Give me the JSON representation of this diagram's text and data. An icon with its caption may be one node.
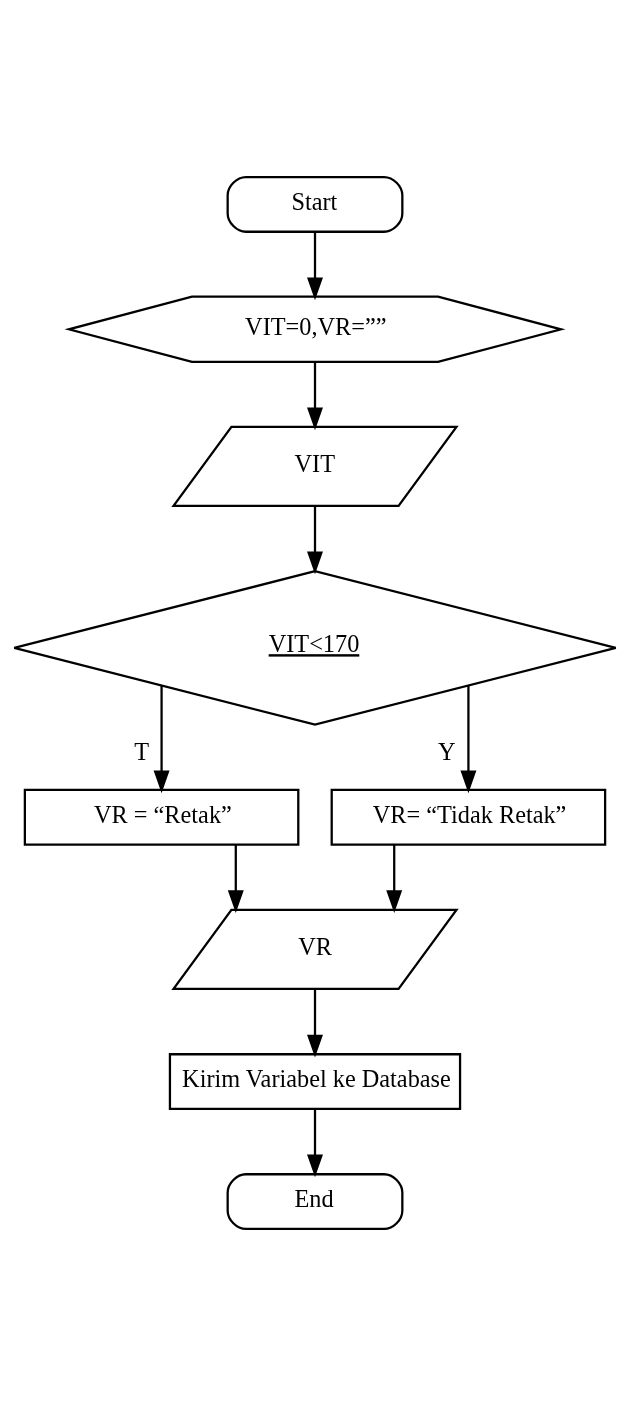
{
  "diagram": {
    "nodes": [
      {
        "text": [
          "Start"
        ]
      },
      {
        "text": [
          "VIT=0,VR=””"
        ]
      },
      {
        "text": [
          "VIT"
        ]
      },
      {
        "text": [
          "VIT<170"
        ]
      },
      {
        "text": [
          "VR = “Retak”"
        ]
      },
      {
        "text": [
          "VR= “Tidak Retak”"
        ]
      },
      {
        "text": [
          "VR"
        ]
      },
      {
        "text": [
          "Kirim Variabel ke Database"
        ]
      },
      {
        "text": [
          "End"
        ]
      }
    ],
    "edges": [
      {
        "from": 0,
        "to": 1,
        "arrow": "to"
      },
      {
        "from": 1,
        "to": 2,
        "arrow": "to"
      },
      {
        "from": 2,
        "to": 3,
        "arrow": "to"
      },
      {
        "from": 3,
        "to": 4,
        "arrow": "to",
        "label": "T"
      },
      {
        "from": 3,
        "to": 5,
        "arrow": "to",
        "label": "Y"
      },
      {
        "from": 4,
        "to": 6,
        "arrow": "to"
      },
      {
        "from": 5,
        "to": 6,
        "arrow": "to"
      },
      {
        "from": 6,
        "to": 7,
        "arrow": "to"
      },
      {
        "from": 7,
        "to": 8,
        "arrow": "to"
      }
    ]
  }
}
